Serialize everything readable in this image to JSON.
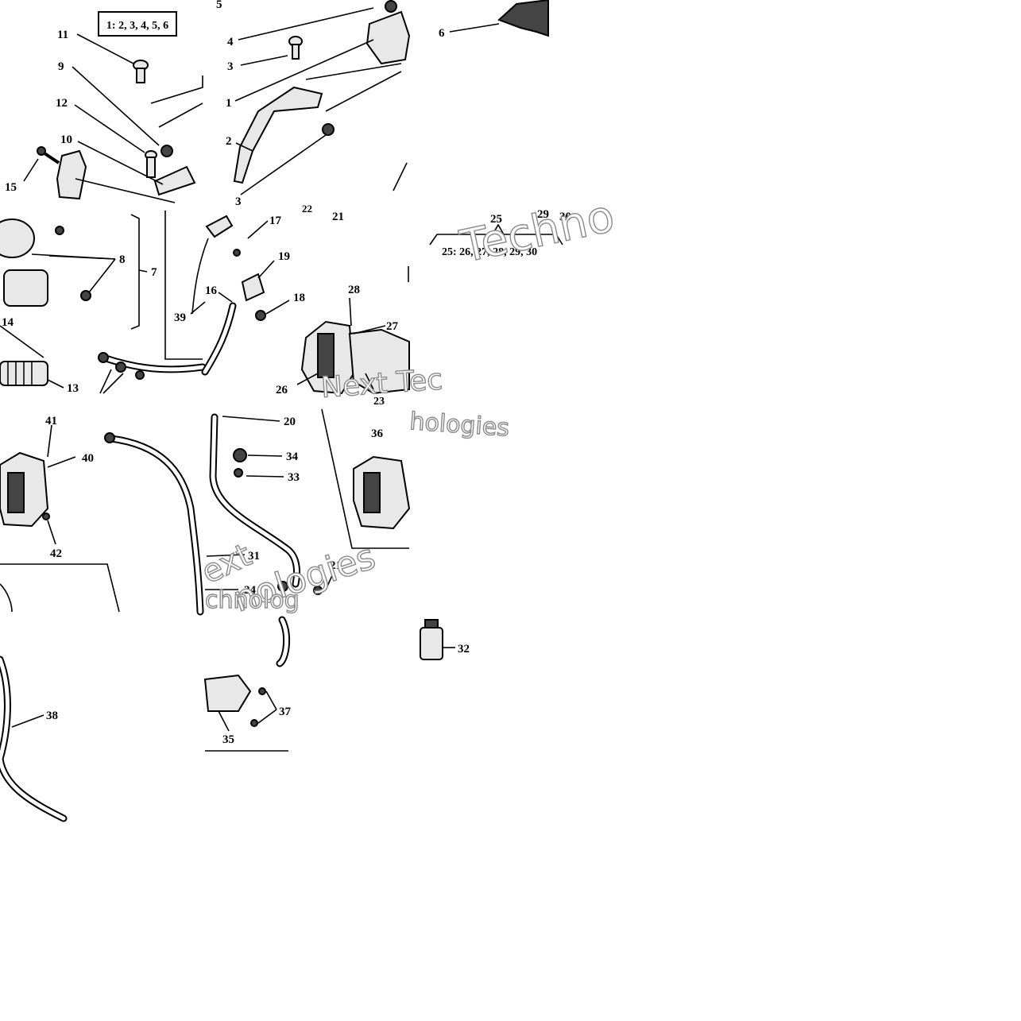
{
  "diagram": {
    "kit_box": "1: 2, 3, 4, 5, 6",
    "kit_bracket": "25: 26, 27, 28, 29, 30",
    "watermarks": [
      "Techno",
      "Next Tec",
      "hologies",
      "ext",
      "nologies",
      "chnolog"
    ],
    "callouts": {
      "n1": "1",
      "n2": "2",
      "n3a": "3",
      "n3b": "3",
      "n4": "4",
      "n5": "5",
      "n6": "6",
      "n7": "7",
      "n8": "8",
      "n9": "9",
      "n10": "10",
      "n11": "11",
      "n12": "12",
      "n13": "13",
      "n14": "14",
      "n15": "15",
      "n16": "16",
      "n17": "17",
      "n18": "18",
      "n19": "19",
      "n20": "20",
      "n21a": "21",
      "n21b": "21",
      "n22": "22",
      "n23": "23",
      "n24": "24",
      "n25": "25",
      "n26": "26",
      "n27": "27",
      "n28": "28",
      "n29": "29",
      "n30": "30",
      "n31": "31",
      "n32": "32",
      "n33": "33",
      "n34": "34",
      "n35": "35",
      "n36": "36",
      "n37": "37",
      "n38": "38",
      "n39": "39",
      "n40": "40",
      "n41": "41",
      "n42": "42"
    }
  }
}
